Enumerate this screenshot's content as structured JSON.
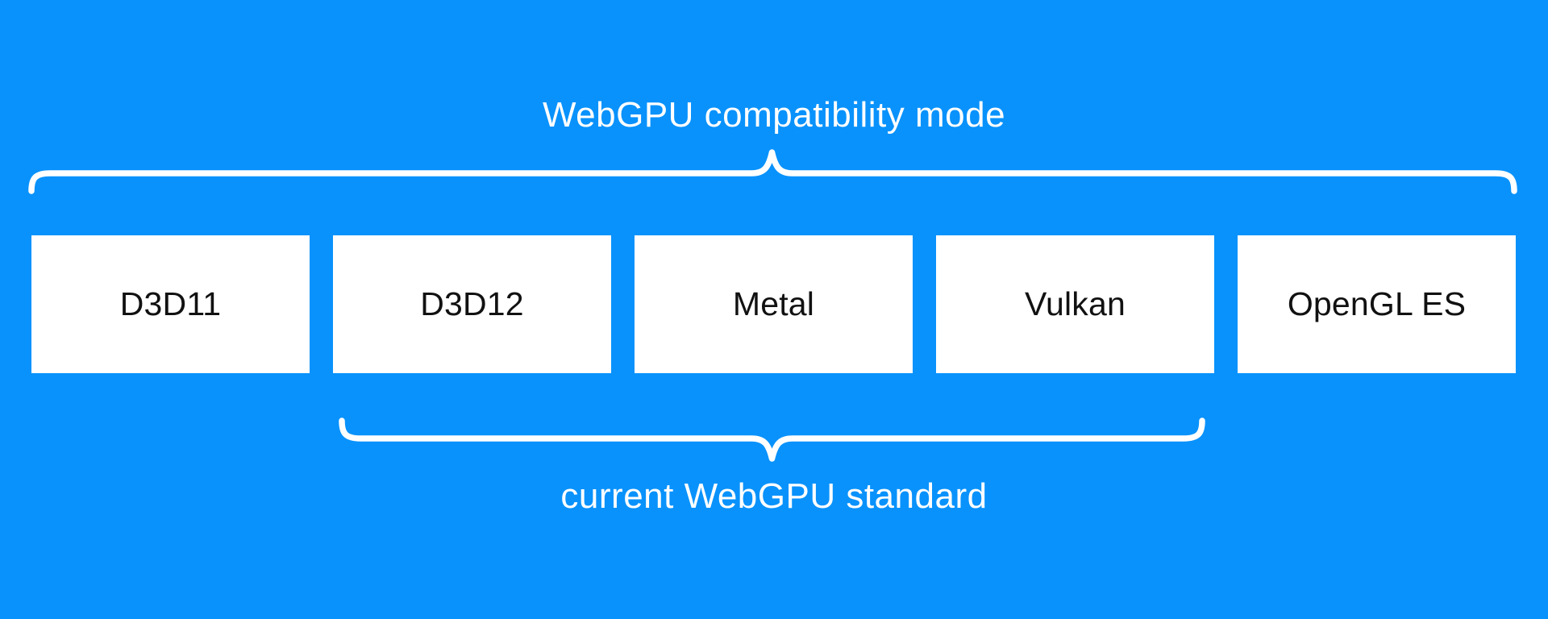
{
  "diagram": {
    "background_color": "#0992fc",
    "box_background_color": "#ffffff",
    "box_text_color": "#111111",
    "label_text_color": "#ffffff",
    "top_bracket": {
      "label": "WebGPU compatibility mode"
    },
    "bottom_bracket": {
      "label": "current WebGPU standard"
    },
    "boxes": [
      {
        "label": "D3D11"
      },
      {
        "label": "D3D12"
      },
      {
        "label": "Metal"
      },
      {
        "label": "Vulkan"
      },
      {
        "label": "OpenGL ES"
      }
    ]
  }
}
